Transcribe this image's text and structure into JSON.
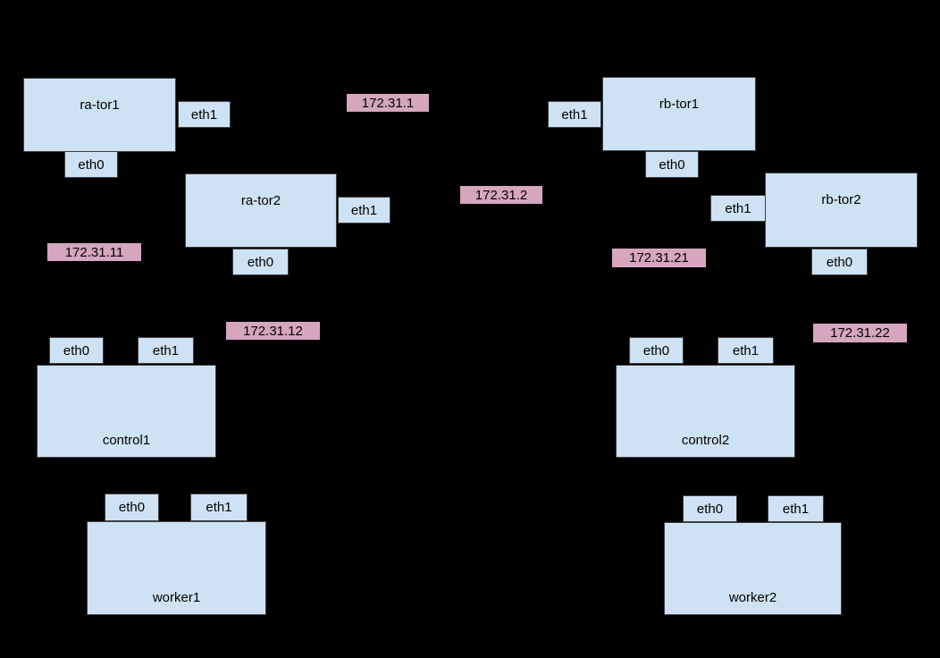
{
  "colors": {
    "background": "#000000",
    "node_fill": "#cfe2f3",
    "node_border": "#3c4043",
    "ip_fill": "#d5a6bd",
    "text": "#000000"
  },
  "nodes": {
    "ra_tor1": {
      "label": "ra-tor1",
      "eth0": "eth0",
      "eth1": "eth1"
    },
    "ra_tor2": {
      "label": "ra-tor2",
      "eth0": "eth0",
      "eth1": "eth1"
    },
    "rb_tor1": {
      "label": "rb-tor1",
      "eth0": "eth0",
      "eth1": "eth1"
    },
    "rb_tor2": {
      "label": "rb-tor2",
      "eth0": "eth0",
      "eth1": "eth1"
    },
    "control1": {
      "label": "control1",
      "eth0": "eth0",
      "eth1": "eth1"
    },
    "control2": {
      "label": "control2",
      "eth0": "eth0",
      "eth1": "eth1"
    },
    "worker1": {
      "label": "worker1",
      "eth0": "eth0",
      "eth1": "eth1"
    },
    "worker2": {
      "label": "worker2",
      "eth0": "eth0",
      "eth1": "eth1"
    }
  },
  "ip_labels": {
    "n1": "172.31.1",
    "n2": "172.31.2",
    "n11": "172.31.11",
    "n12": "172.31.12",
    "n21": "172.31.21",
    "n22": "172.31.22"
  }
}
